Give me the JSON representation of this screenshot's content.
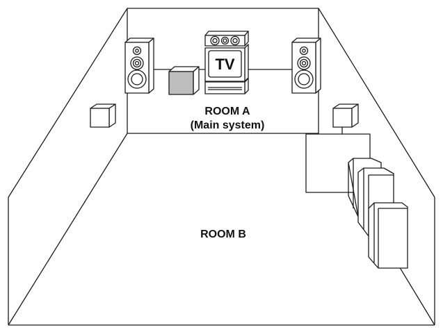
{
  "diagram": {
    "tv_label": "TV",
    "room_a": {
      "title": "ROOM A",
      "subtitle": "(Main system)"
    },
    "room_b": {
      "title": "ROOM B"
    }
  }
}
